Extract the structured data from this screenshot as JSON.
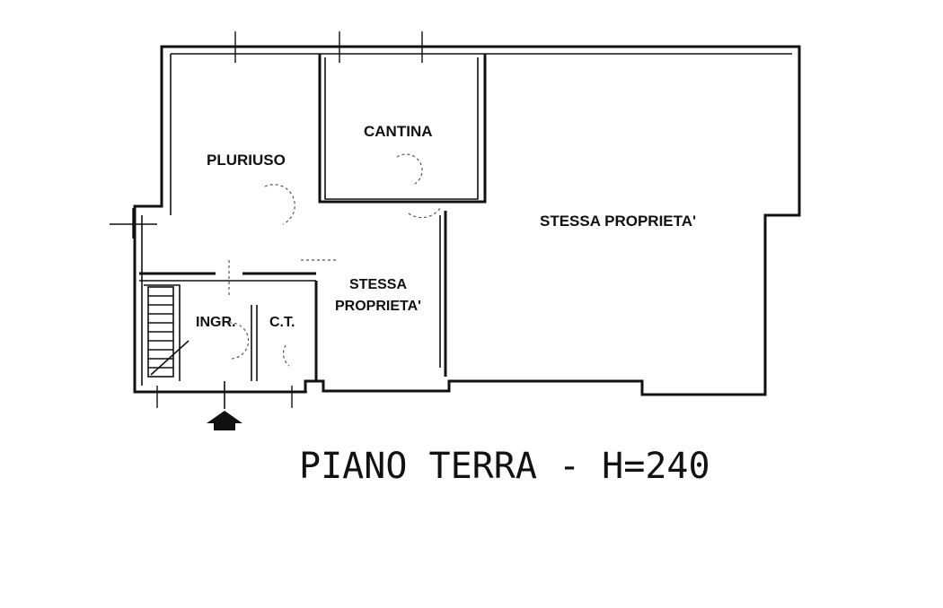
{
  "rooms": {
    "pluriuso": "PLURIUSO",
    "cantina": "CANTINA",
    "stessa_small_line1": "STESSA",
    "stessa_small_line2": "PROPRIETA'",
    "stessa_large": "STESSA PROPRIETA'",
    "ingresso": "INGR.",
    "ct": "C.T."
  },
  "plan_title": "PIANO TERRA - H=240"
}
